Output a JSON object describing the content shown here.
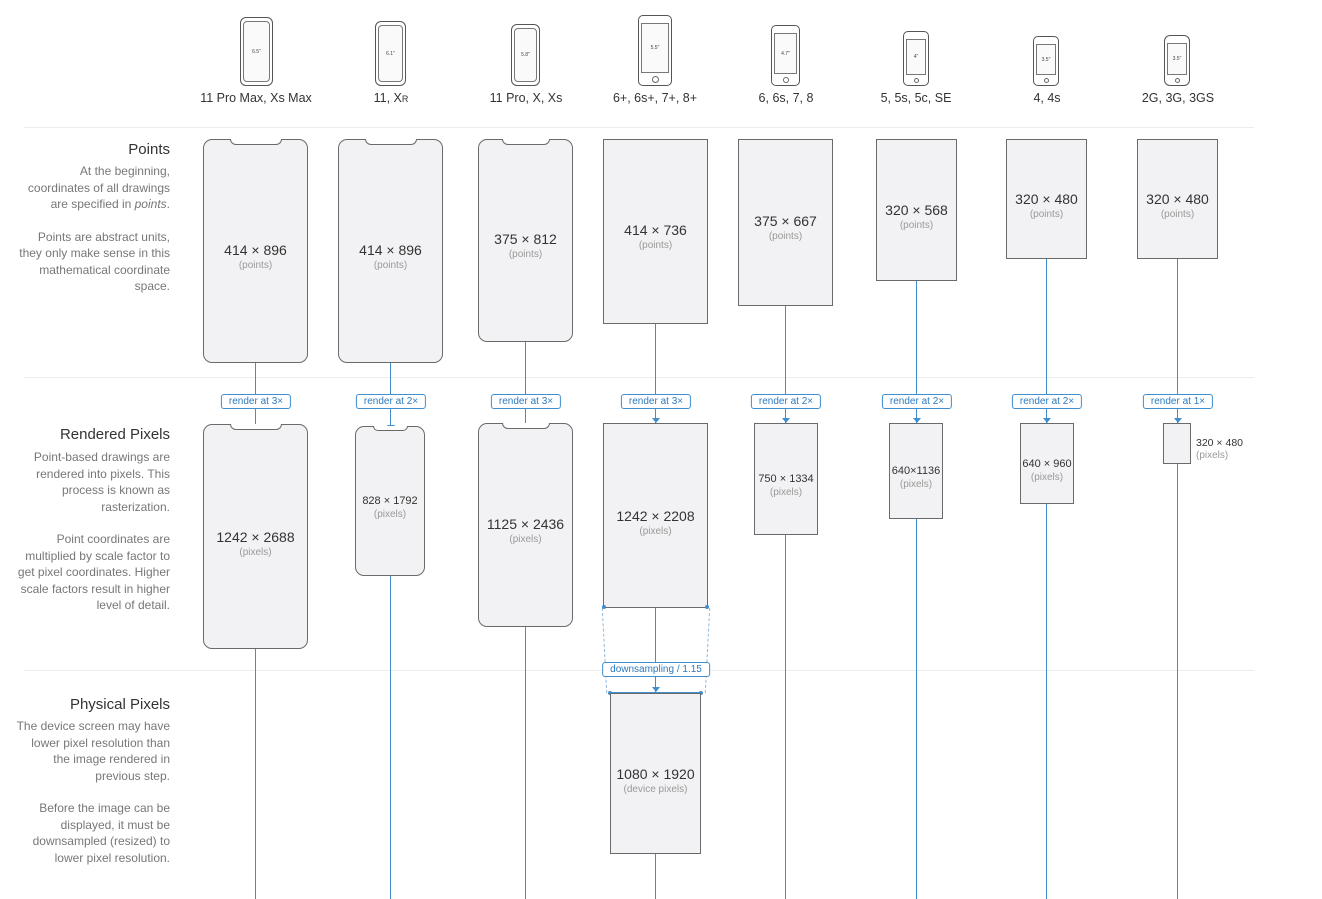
{
  "devices": [
    {
      "name": "11 Pro Max, Xs Max",
      "screen": "6.5\"",
      "points": "414 × 896",
      "render": "render at 3×",
      "pixels": "1242 × 2688"
    },
    {
      "name": "11, XR",
      "screen": "6.1\"",
      "points": "414 × 896",
      "render": "render at 2×",
      "pixels": "828 × 1792"
    },
    {
      "name": "11 Pro, X, Xs",
      "screen": "5.8\"",
      "points": "375 × 812",
      "render": "render at 3×",
      "pixels": "1125 × 2436"
    },
    {
      "name": "6+, 6s+, 7+, 8+",
      "screen": "5.5\"",
      "points": "414 × 736",
      "render": "render at 3×",
      "pixels": "1242 × 2208"
    },
    {
      "name": "6, 6s, 7, 8",
      "screen": "4.7\"",
      "points": "375 × 667",
      "render": "render at 2×",
      "pixels": "750 × 1334"
    },
    {
      "name": "5, 5s, 5c, SE",
      "screen": "4\"",
      "points": "320 × 568",
      "render": "render at 2×",
      "pixels": "640×1136"
    },
    {
      "name": "4, 4s",
      "screen": "3.5\"",
      "points": "320 × 480",
      "render": "render at 2×",
      "pixels": "640 × 960"
    },
    {
      "name": "2G, 3G, 3GS",
      "screen": "3.5\"",
      "points": "320 × 480",
      "render": "render at 1×",
      "pixels": "320 × 480"
    }
  ],
  "units": {
    "points": "(points)",
    "pixels": "(pixels)",
    "device_pixels": "(device pixels)"
  },
  "sections": {
    "points": {
      "title": "Points",
      "desc": [
        "At the beginning, coordinates of all drawings are specified in points.",
        "Points are abstract units, they only make sense in this mathematical coordinate space."
      ]
    },
    "rendered": {
      "title": "Rendered Pixels",
      "desc": [
        "Point-based drawings are rendered into pixels. This process is known as rasterization.",
        "Point coordinates are multiplied by scale factor to get pixel coordinates. Higher scale factors result in higher level of detail."
      ]
    },
    "physical": {
      "title": "Physical Pixels",
      "desc": [
        "The device screen may have lower pixel resolution than the image rendered in previous step.",
        "Before the image can be displayed, it must be downsampled (resized) to lower pixel resolution."
      ]
    }
  },
  "downsampling": {
    "label": "downsampling / 1.15",
    "result": "1080 × 1920"
  },
  "colors": {
    "accent": "#3e8ed0",
    "box_fill": "#f2f2f4",
    "box_border": "#6a6a6a"
  }
}
